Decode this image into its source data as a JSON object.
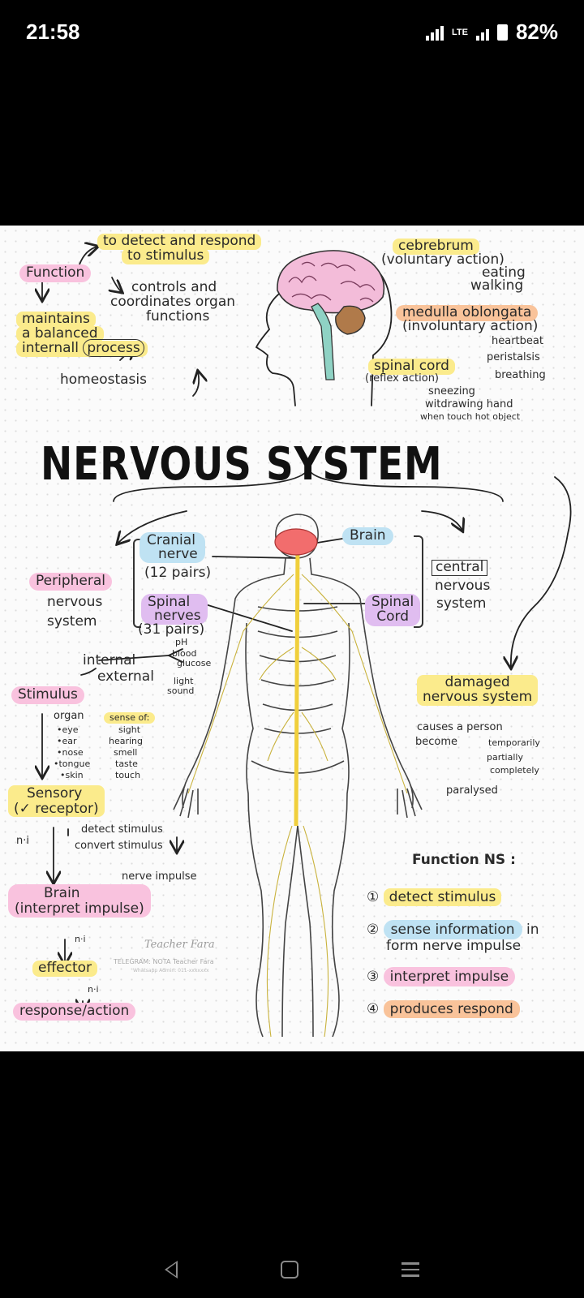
{
  "status_bar": {
    "time": "21:58",
    "network": "LTE",
    "battery": "82%"
  },
  "function_section": {
    "function": "Function",
    "detect": [
      "to detect and respond",
      "to stimulus"
    ],
    "controls": [
      "controls and",
      "coordinates organ",
      "functions"
    ],
    "maintains": [
      "maintains",
      "a balanced",
      "internall"
    ],
    "process": "process",
    "homeostasis": "homeostasis"
  },
  "brain_section": {
    "cerebrum": "cebrebrum",
    "cerebrum_desc": "(voluntary action)",
    "eating": "eating",
    "walking": "walking",
    "medulla": "medulla oblongata",
    "medulla_desc": "(involuntary action)",
    "heartbeat": "heartbeat",
    "peristalsis": "peristalsis",
    "breathing": "breathing",
    "spinal": "spinal cord",
    "spinal_desc": "(reflex action)",
    "sneezing": "sneezing",
    "withdraw": [
      "witdrawing hand",
      "when touch hot object"
    ]
  },
  "title": "NERVOUS SYSTEM",
  "pns": {
    "cranial": [
      "Cranial",
      "nerve"
    ],
    "cranial_pairs": "(12 pairs)",
    "peripheral": "Peripheral",
    "nervous": "nervous",
    "system": "system",
    "spinal": [
      "Spinal",
      "nerves"
    ],
    "spinal_pairs": "(31 pairs)"
  },
  "cns": {
    "brain": "Brain",
    "spinal_cord": [
      "Spinal",
      "Cord"
    ],
    "central": "central",
    "nervous": "nervous",
    "system": "system"
  },
  "stimulus_section": {
    "internal": "internal",
    "external": "external",
    "ph": "pH",
    "blood": "blood",
    "glucose": "glucose",
    "light": "light",
    "sound": "sound",
    "stimulus": "Stimulus",
    "organ_header": "organ",
    "sense_header": "sense of:",
    "organs": [
      "•eye",
      "•ear",
      "•nose",
      "•tongue",
      "•skin"
    ],
    "senses": [
      "sight",
      "hearing",
      "smell",
      "taste",
      "touch"
    ]
  },
  "pathway": {
    "sensory": "Sensory",
    "receptor": "(✓ receptor)",
    "ni1": "n·i",
    "detect": "detect stimulus",
    "convert": "convert stimulus",
    "nerve_impulse": "nerve impulse",
    "brain": "Brain",
    "interpret": "(interpret impulse)",
    "ni2": "n·i",
    "effector": "effector",
    "ni3": "n·i",
    "response": "response/action"
  },
  "damaged": {
    "title": [
      "damaged",
      "nervous system"
    ],
    "causes": "causes a person",
    "become": "become",
    "temporarily": "temporarily",
    "partially": "partially",
    "completely": "completely",
    "paralysed": "paralysed"
  },
  "functions_ns": {
    "title": "Function NS :",
    "items": [
      {
        "num": "①",
        "text": "detect stimulus"
      },
      {
        "num": "②",
        "text": "sense information",
        "extra": "in"
      },
      {
        "num": "",
        "text": "form nerve impulse"
      },
      {
        "num": "③",
        "text": "interpret impulse"
      },
      {
        "num": "④",
        "text": "produces respond"
      }
    ]
  },
  "watermark": {
    "signature": "Teacher Fara",
    "line1": "TELEGRAM: NOTA Teacher Fara",
    "line2": "Whatsapp Admin: 011-xxxxxxx"
  },
  "colors": {
    "yellow": "#fbeb8c",
    "pink": "#f9c2de",
    "blue": "#bfe2f3",
    "violet": "#e0bdf0",
    "orange": "#f9c39a",
    "brain": "#f26d6d",
    "spine": "#f6d84a"
  }
}
